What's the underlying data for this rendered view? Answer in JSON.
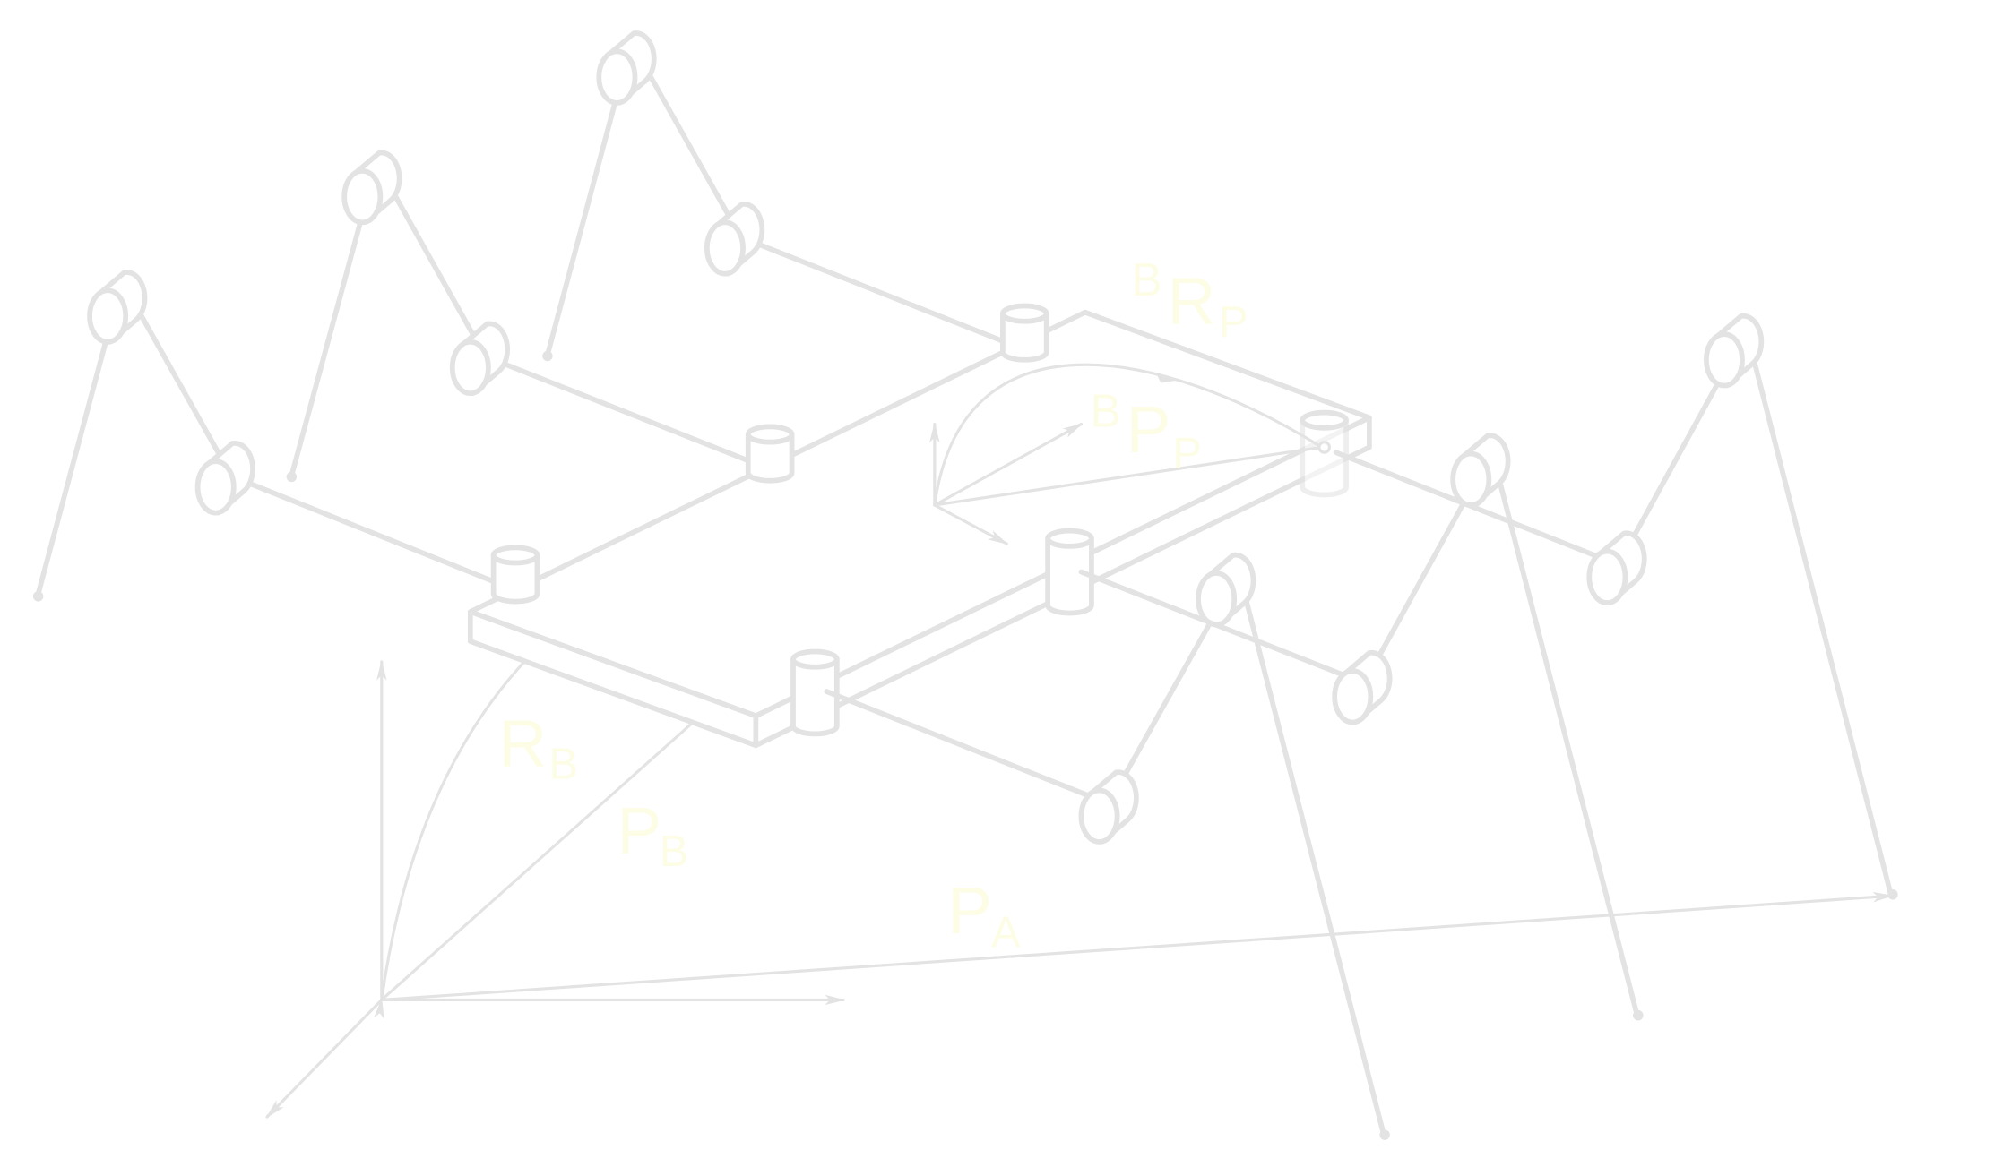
{
  "colors": {
    "line": "#e3e3e3",
    "label": "#fdfde6",
    "background": "#ffffff"
  },
  "labels": {
    "b_r_p": {
      "superscript": "B",
      "main": "R",
      "subscript": "P"
    },
    "b_p_p": {
      "superscript": "B",
      "main": "P",
      "subscript": "P"
    },
    "r_b": {
      "main": "R",
      "subscript": "B"
    },
    "p_b": {
      "main": "P",
      "subscript": "B"
    },
    "p_a": {
      "main": "P",
      "subscript": "A"
    }
  }
}
